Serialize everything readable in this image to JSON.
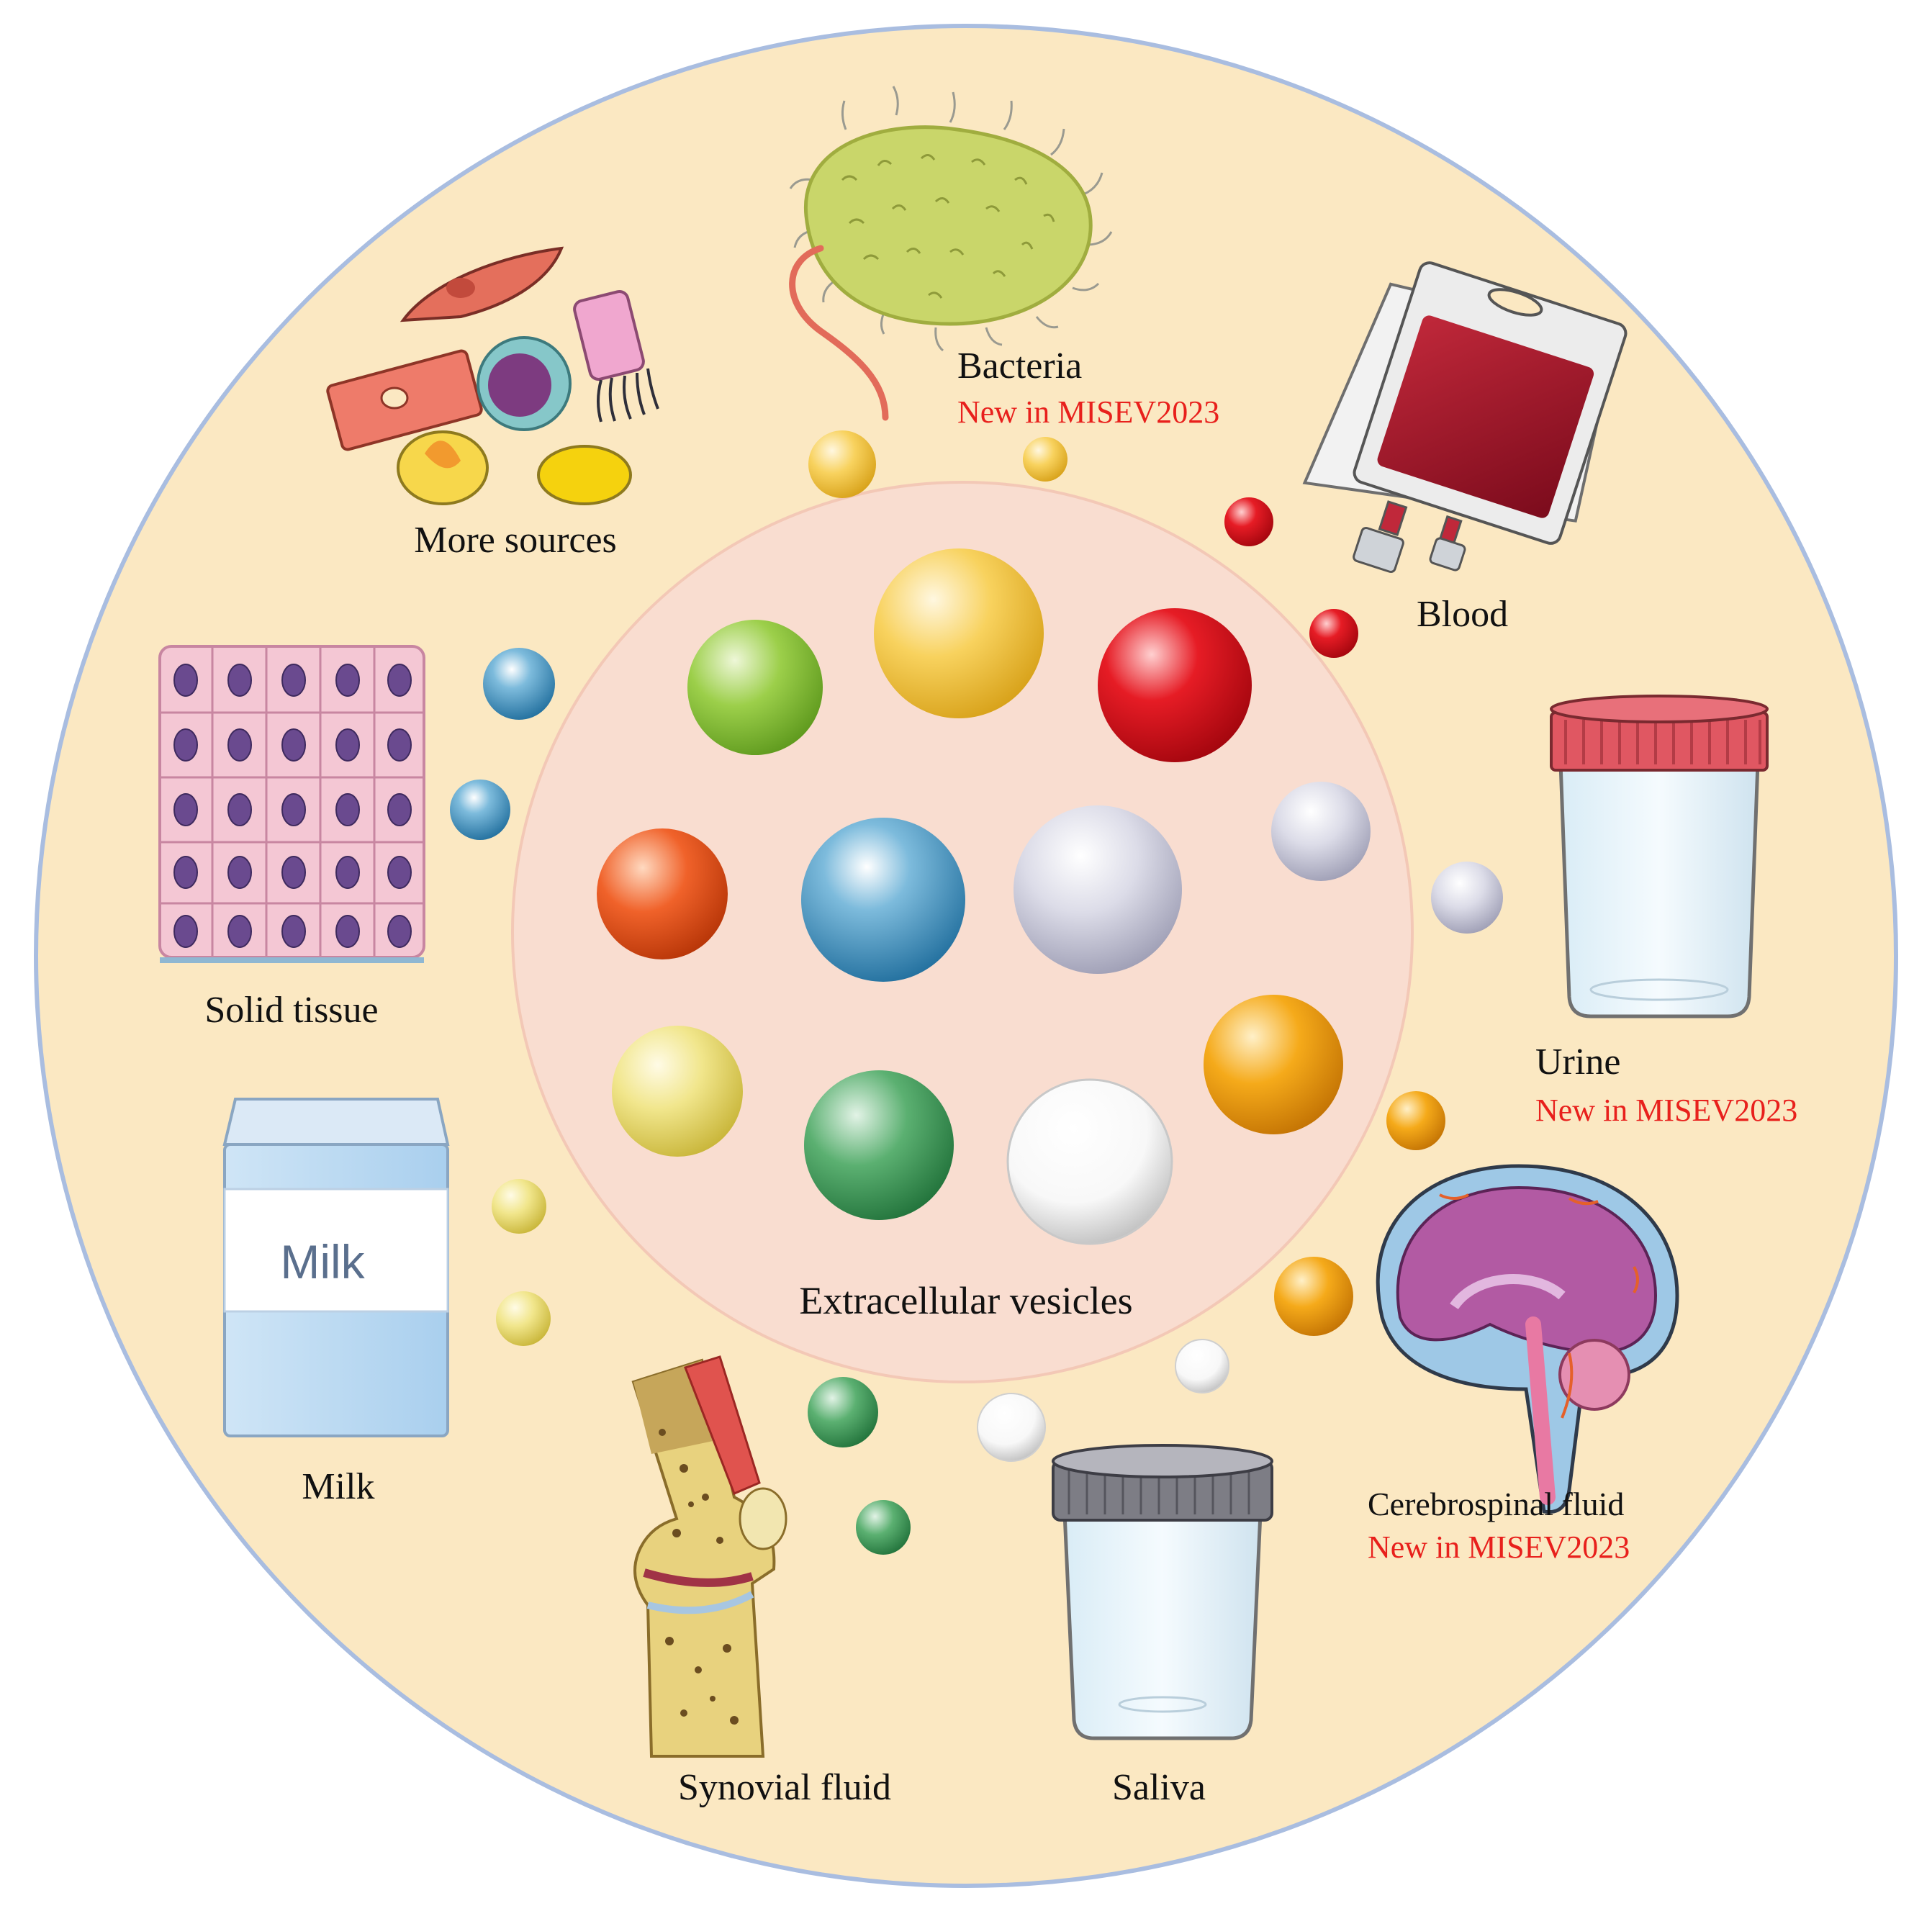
{
  "center_label": "Extracellular vesicles",
  "new_badge": "New in MISEV2023",
  "colors": {
    "outer_fill": "#fbe8c2",
    "outer_ring": "#a9bde0",
    "inner_fill": "#f9ddd0",
    "new_text": "#e8201c",
    "label_text": "#111111"
  },
  "sources": [
    {
      "id": "bacteria",
      "label": "Bacteria",
      "new": true
    },
    {
      "id": "blood",
      "label": "Blood",
      "new": false
    },
    {
      "id": "urine",
      "label": "Urine",
      "new": true
    },
    {
      "id": "csf",
      "label": "Cerebrospinal fluid",
      "new": true
    },
    {
      "id": "saliva",
      "label": "Saliva",
      "new": false
    },
    {
      "id": "synovial",
      "label": "Synovial fluid",
      "new": false
    },
    {
      "id": "milk",
      "label": "Milk",
      "new": false
    },
    {
      "id": "tissue",
      "label": "Solid tissue",
      "new": false
    },
    {
      "id": "more",
      "label": "More sources",
      "new": false
    }
  ],
  "milk_carton_text": "Milk",
  "vesicle_colors": {
    "green": "#8cc63f",
    "yellow": "#f7cb4d",
    "red": "#e3151f",
    "orange": "#ef5a1c",
    "blue": "#3c93c6",
    "silver": "#c9c9d9",
    "pale_yellow": "#efe27a",
    "dark_green": "#3e9a59",
    "white": "#f4f4f4",
    "amber": "#f2a10f"
  }
}
